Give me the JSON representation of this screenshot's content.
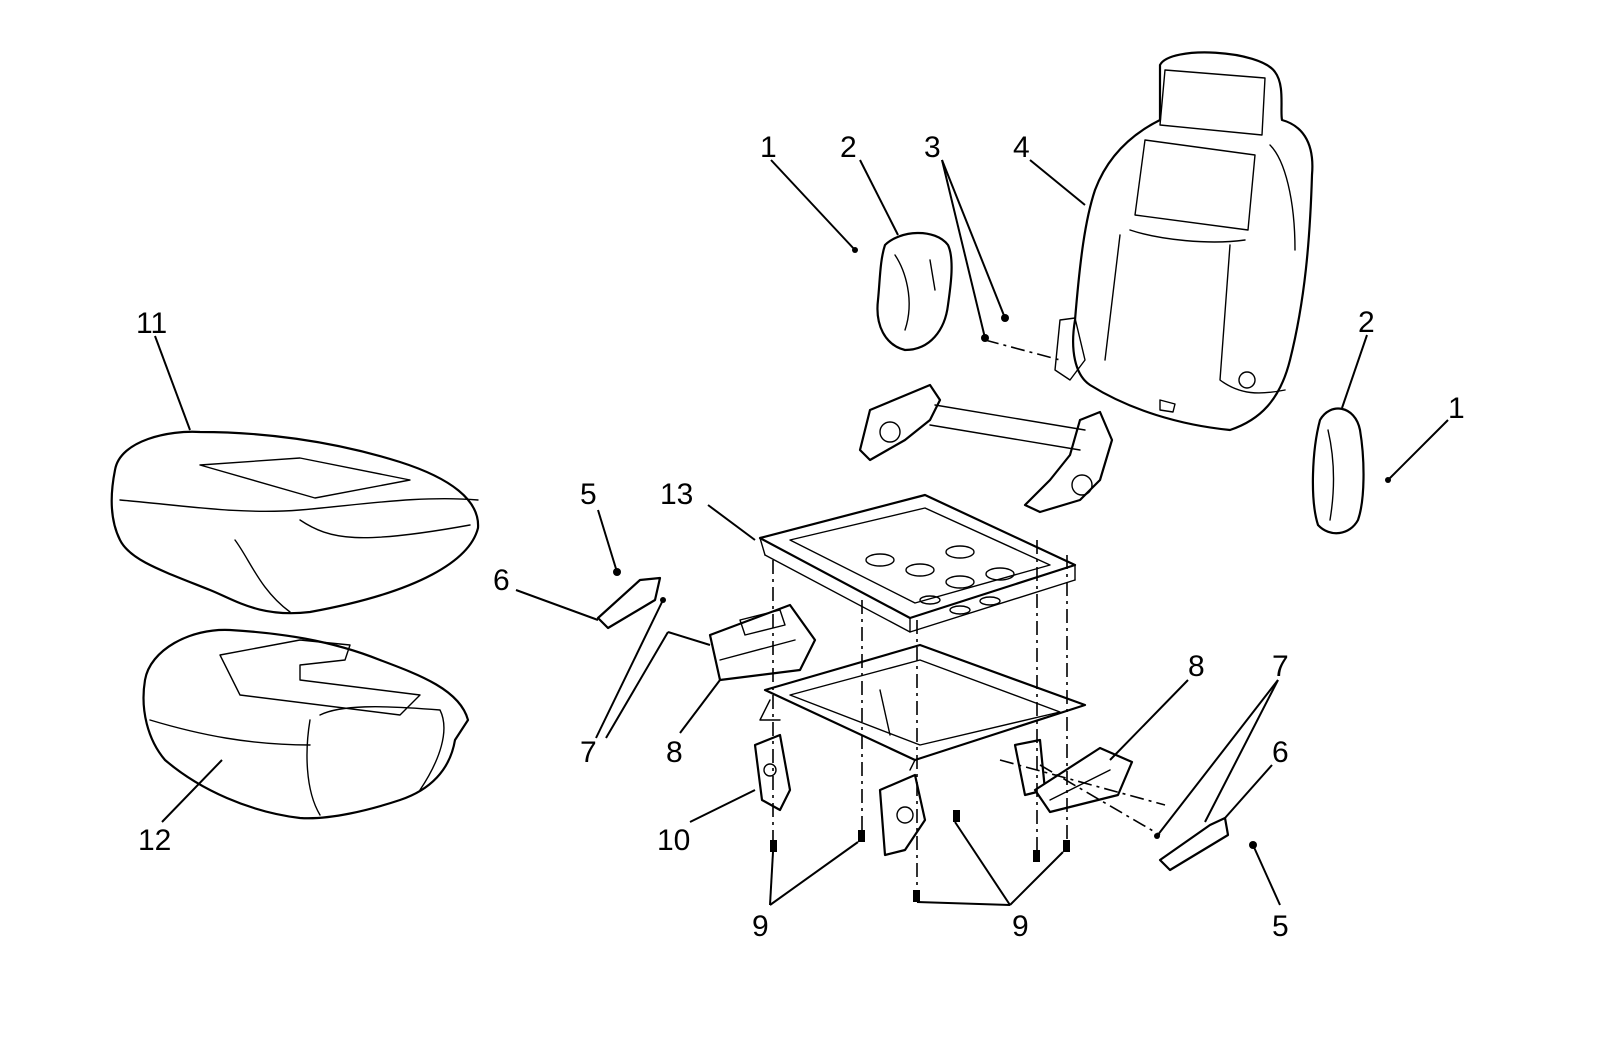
{
  "callouts": {
    "c1_top": "1",
    "c2_top": "2",
    "c3": "3",
    "c4": "4",
    "c2_right": "2",
    "c1_right": "1",
    "c11": "11",
    "c12": "12",
    "c5_left": "5",
    "c6_left": "6",
    "c13": "13",
    "c7_left": "7",
    "c8_left": "8",
    "c10": "10",
    "c9_left": "9",
    "c9_center": "9",
    "c8_right": "8",
    "c7_right": "7",
    "c6_right": "6",
    "c5_right": "5"
  },
  "colors": {
    "line": "#000000",
    "background": "#ffffff"
  }
}
